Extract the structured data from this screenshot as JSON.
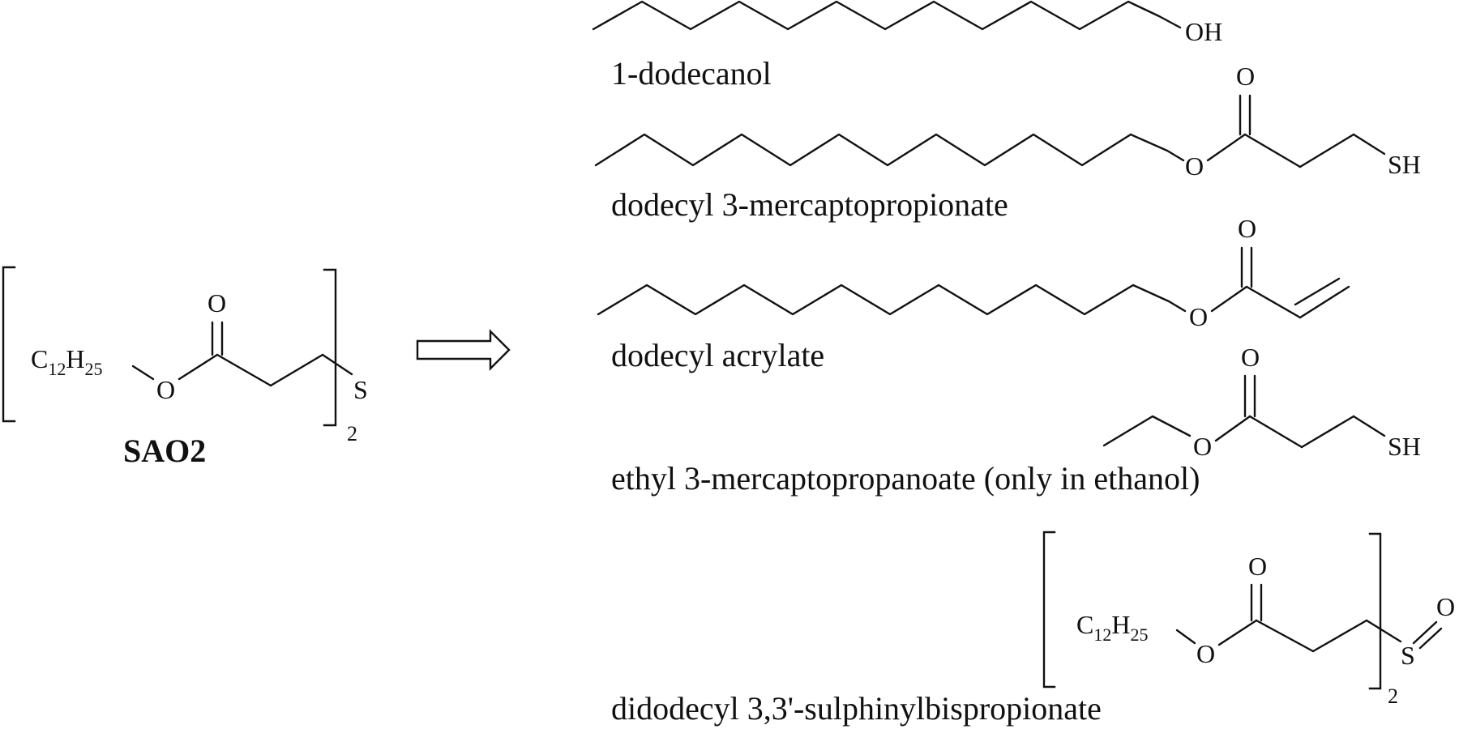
{
  "sao2": {
    "name": "SAO2",
    "alkyl_c": "C",
    "alkyl_c_count": "12",
    "alkyl_h": "H",
    "alkyl_h_count": "25",
    "ester_o": "O",
    "carbonyl_o": "O",
    "sulfur": "S",
    "repeat_count": "2"
  },
  "products": [
    {
      "name": "1-dodecanol",
      "groups": {
        "oh": "OH"
      }
    },
    {
      "name": "dodecyl 3-mercaptopropionate",
      "groups": {
        "carbonyl_o": "O",
        "ester_o": "O",
        "sh": "SH"
      }
    },
    {
      "name": "dodecyl acrylate",
      "groups": {
        "carbonyl_o": "O",
        "ester_o": "O"
      }
    },
    {
      "name": "ethyl 3-mercaptopropanoate (only in ethanol)",
      "groups": {
        "carbonyl_o": "O",
        "ester_o": "O",
        "sh": "SH"
      }
    },
    {
      "name": "didodecyl 3,3'-sulphinylbispropionate",
      "groups": {
        "alkyl_c": "C",
        "alkyl_c_count": "12",
        "alkyl_h": "H",
        "alkyl_h_count": "25",
        "ester_o": "O",
        "carbonyl_o": "O",
        "sulfur": "S",
        "sulfoxide_o": "O",
        "repeat_count": "2"
      }
    }
  ]
}
